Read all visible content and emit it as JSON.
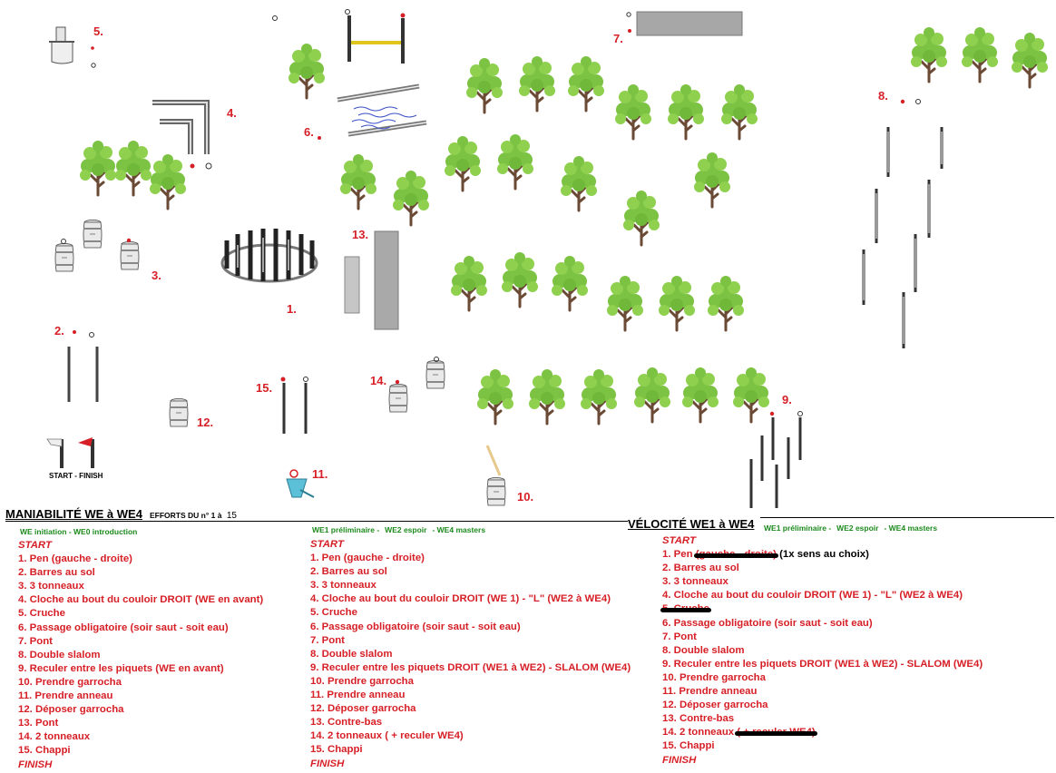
{
  "course": {
    "stations": [
      "1.",
      "2.",
      "3.",
      "4.",
      "5.",
      "6.",
      "7.",
      "8.",
      "9.",
      "10.",
      "11.",
      "12.",
      "13.",
      "14.",
      "15."
    ],
    "start_finish": "START  -  FINISH"
  },
  "maniabilite": {
    "title": "MANIABILITÉ WE à WE4",
    "subtitle_prefix": "EFFORTS DU n° 1 à",
    "subtitle_value": "15",
    "levels": [
      "WE initiation - WE0 introduction"
    ],
    "items": [
      "START",
      "1. Pen (gauche - droite)",
      "2. Barres au sol",
      "3. 3 tonneaux",
      "4. Cloche au bout du couloir DROIT (WE en avant)",
      "5. Cruche",
      "6. Passage obligatoire (soir saut - soit eau)",
      "7. Pont",
      "8. Double slalom",
      "9. Reculer entre les piquets (WE en avant)",
      "10. Prendre garrocha",
      "11. Prendre anneau",
      "12. Déposer garrocha",
      "13. Pont",
      "14. 2 tonneaux",
      "15. Chappi",
      "FINISH"
    ]
  },
  "maniabilite_we1": {
    "levels": [
      "WE1 préliminaire -",
      "WE2 espoir",
      "- WE4 masters"
    ],
    "items": [
      "START",
      "1. Pen (gauche - droite)",
      "2. Barres au sol",
      "3. 3 tonneaux",
      "4. Cloche au bout du couloir DROIT (WE 1) - \"L\" (WE2 à WE4)",
      "5. Cruche",
      "6. Passage obligatoire (soir saut - soit eau)",
      "7. Pont",
      "8. Double slalom",
      "9. Reculer entre les piquets DROIT (WE1 à WE2) - SLALOM (WE4)",
      "10. Prendre garrocha",
      "11. Prendre anneau",
      "12. Déposer garrocha",
      "13. Contre-bas",
      "14. 2 tonneaux ( + reculer WE4)",
      "15. Chappi",
      "FINISH"
    ]
  },
  "velocite": {
    "title": "VÉLOCITÉ WE1 à WE4",
    "levels": [
      "WE1 préliminaire -",
      "WE2 espoir",
      "- WE4 masters"
    ],
    "start": "START",
    "item1_prefix": "1. Pen ",
    "item1_struck": "(gauche - droite)",
    "item1_note": "(1x sens au choix)",
    "item2": "2. Barres au sol",
    "item3": "3. 3 tonneaux",
    "item4": "4. Cloche au bout du couloir DROIT (WE 1) - \"L\" (WE2 à WE4)",
    "item5_struck": "5. Cruche",
    "items_6_13": [
      "6. Passage obligatoire (soir saut - soit eau)",
      "7. Pont",
      "8. Double slalom",
      "9. Reculer entre les piquets DROIT (WE1 à WE2) - SLALOM (WE4)",
      "10. Prendre garrocha",
      "11. Prendre anneau",
      "12. Déposer garrocha",
      "13. Contre-bas"
    ],
    "item14_prefix": "14. 2 tonneaux ",
    "item14_struck": "( + reculer WE4)",
    "item15": "15. Chappi",
    "finish": "FINISH"
  },
  "colors": {
    "label_red": "#d61f26",
    "level_green": "#1c8a1c",
    "tree_leaf": "#7cc243",
    "tree_trunk": "#6b4a35"
  }
}
